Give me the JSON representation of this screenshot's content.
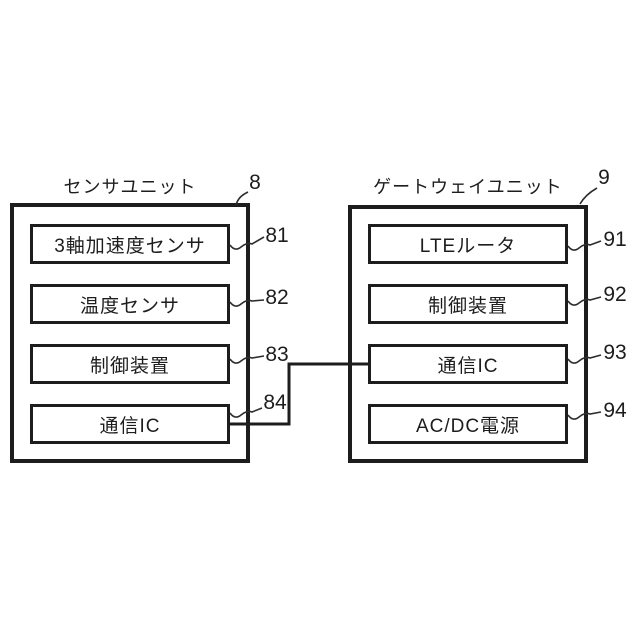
{
  "diagram": {
    "background_color": "#ffffff",
    "line_color": "#1d1d1d",
    "units": [
      {
        "title": "センサユニット",
        "ref": "8",
        "blocks": [
          {
            "label": "3軸加速度センサ",
            "ref": "81"
          },
          {
            "label": "温度センサ",
            "ref": "82"
          },
          {
            "label": "制御装置",
            "ref": "83"
          },
          {
            "label": "通信IC",
            "ref": "84"
          }
        ]
      },
      {
        "title": "ゲートウェイユニット",
        "ref": "9",
        "blocks": [
          {
            "label": "LTEルータ",
            "ref": "91"
          },
          {
            "label": "制御装置",
            "ref": "92"
          },
          {
            "label": "通信IC",
            "ref": "93"
          },
          {
            "label": "AC/DC電源",
            "ref": "94"
          }
        ]
      }
    ],
    "connection": {
      "from_ref": "84",
      "to_ref": "93",
      "style": "elbow"
    }
  }
}
